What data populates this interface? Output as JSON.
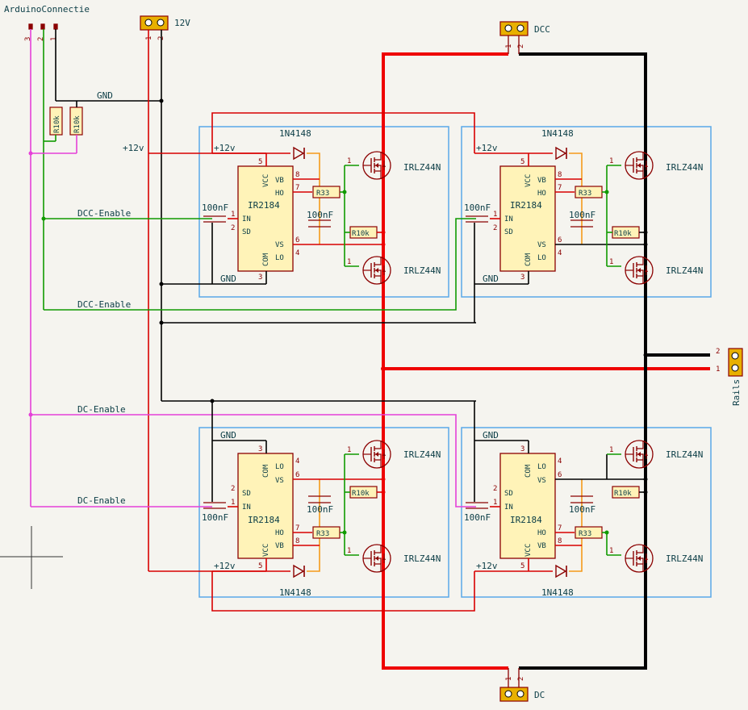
{
  "connectors": {
    "arduino": {
      "label": "ArduinoConnectie",
      "pins": [
        "3",
        "2",
        "1"
      ]
    },
    "power12": {
      "label": "12V",
      "pins": [
        "1",
        "2"
      ]
    },
    "dcc": {
      "label": "DCC",
      "pins": [
        "1",
        "2"
      ]
    },
    "dc": {
      "label": "DC",
      "pins": [
        "1",
        "2"
      ]
    },
    "rails": {
      "label": "Rails",
      "pins": [
        "2",
        "1"
      ]
    }
  },
  "nets": {
    "gnd": "GND",
    "v12": "+12v",
    "dcc_enable": "DCC-Enable",
    "dc_enable": "DC-Enable"
  },
  "parts": {
    "r10k": "R10k",
    "r33": "R33",
    "cap": "100nF",
    "diode": "1N4148",
    "mosfet": "IRLZ44N",
    "driver": "IR2184"
  },
  "driver_pins": {
    "vcc": "VCC",
    "vb": "VB",
    "ho": "HO",
    "in": "IN",
    "sd": "SD",
    "vs": "VS",
    "com": "COM",
    "lo": "LO"
  },
  "pin_numbers": {
    "p1": "1",
    "p2": "2",
    "p3": "3",
    "p4": "4",
    "p5": "5",
    "p6": "6",
    "p7": "7",
    "p8": "8"
  }
}
